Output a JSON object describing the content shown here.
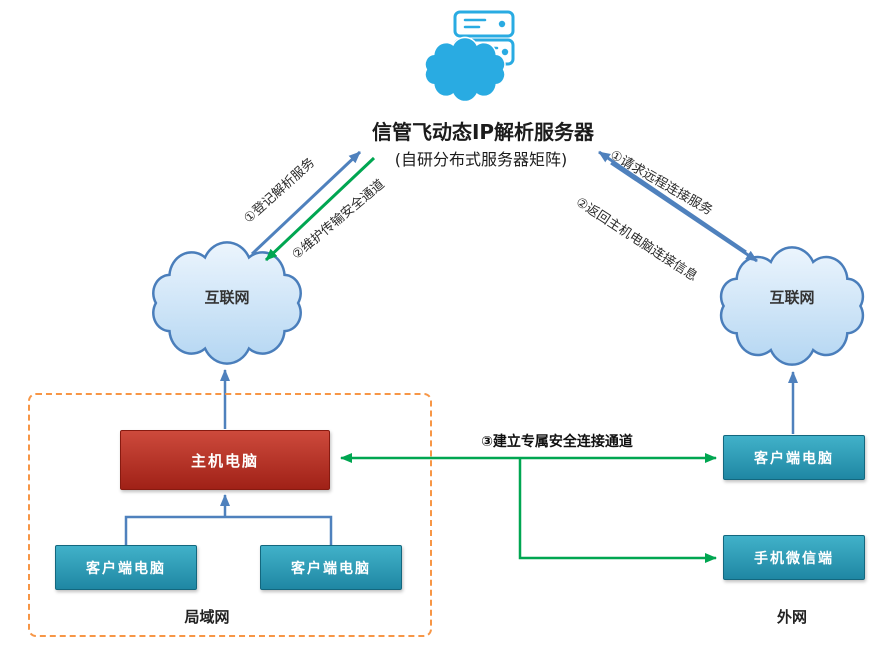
{
  "header": {
    "title": "信管飞动态IP解析服务器",
    "subtitle": "(自研分布式服务器矩阵)"
  },
  "icons": {
    "server": "cloud-server-icon"
  },
  "clouds": {
    "left_label": "互联网",
    "right_label": "互联网"
  },
  "flows": {
    "register": "①登记解析服务",
    "maintain": "②维护传输安全通道",
    "request": "①请求远程连接服务",
    "return": "②返回主机电脑连接信息",
    "channel": "③建立专属安全连接通道"
  },
  "lan": {
    "zone_label": "局域网",
    "host_label": "主机电脑",
    "client1_label": "客户端电脑",
    "client2_label": "客户端电脑"
  },
  "wan": {
    "zone_label": "外网",
    "client_label": "客户端电脑",
    "wechat_label": "手机微信端"
  },
  "colors": {
    "arrow_blue": "#4f81bd",
    "arrow_green": "#00a651",
    "zone_orange": "#f79646",
    "host_red": "#cd4a3c",
    "host_red_dark": "#a02117",
    "host_border": "#871a10",
    "client_teal": "#41b1c9",
    "client_teal_dark": "#1f87a3",
    "client_border": "#13677e",
    "cloud_stroke": "#4a7ebb",
    "icon_blue": "#29abe2",
    "text_dark": "#1c1c1c"
  }
}
